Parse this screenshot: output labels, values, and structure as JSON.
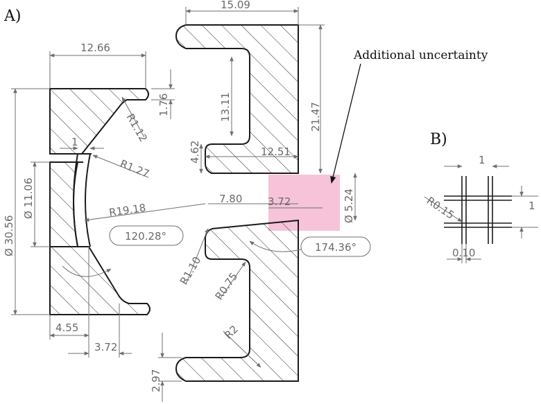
{
  "labels": {
    "a": "A)",
    "b": "B)"
  },
  "annotation": "Additional uncertainty",
  "highlight_color": "#f4b8d2",
  "dims": {
    "d15_09": "15.09",
    "d12_66": "12.66",
    "d1_76": "1.76",
    "r1_12": "R1.12",
    "d13_11": "13.11",
    "d21_47": "21.47",
    "d4_62": "4.62",
    "d12_51": "12.51",
    "d1": "1",
    "r1_27": "R1.27",
    "phi11_06": "Ø 11.06",
    "phi30_56": "Ø 30.56",
    "r19_18": "R19.18",
    "d7_80": "7.80",
    "d3_72a": "3.72",
    "phi5_24": "Ø 5.24",
    "a120_28": "120.28°",
    "a174_36": "174.36°",
    "r1_10": "R1.10",
    "r0_75": "R0.75",
    "r2": "R2",
    "d4_55": "4.55",
    "d3_72b": "3.72",
    "d2_97": "2.97"
  },
  "grid_dims": {
    "pitch_x": "1",
    "pitch_y": "1",
    "radius": "R0.15",
    "width": "0.10"
  }
}
